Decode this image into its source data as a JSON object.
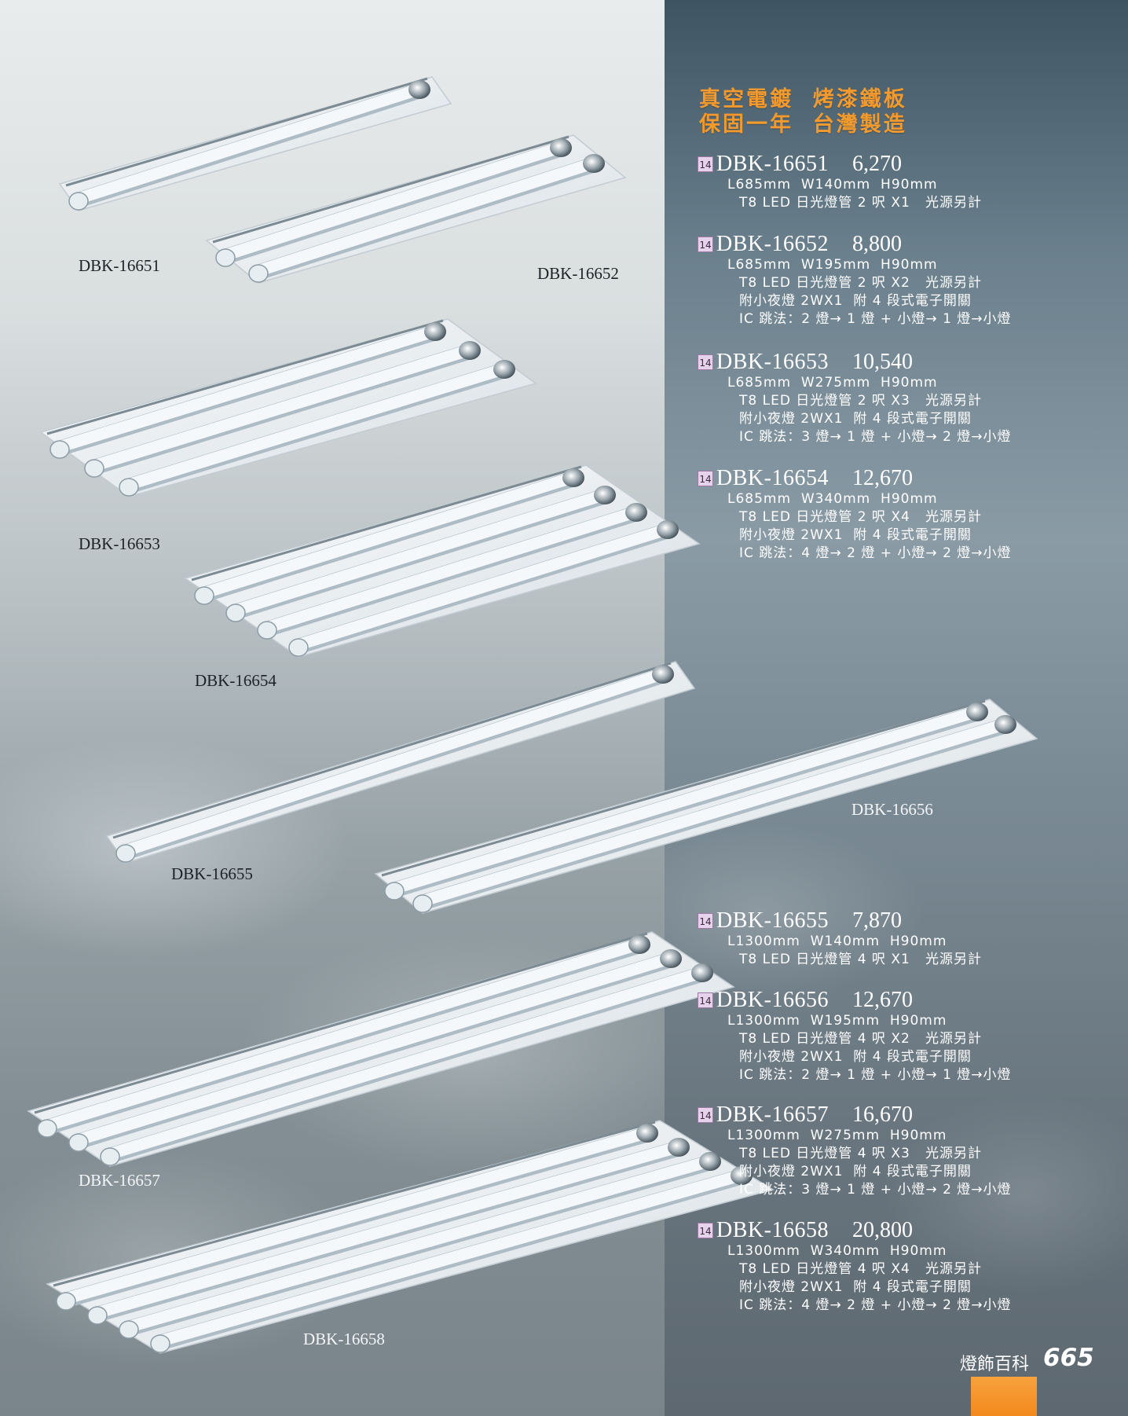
{
  "tagline": [
    "真空電鍍  烤漆鐵板",
    "保固一年  台灣製造"
  ],
  "badge_text": "14",
  "products": [
    {
      "code": "DBK-16651",
      "price": "6,270",
      "dims": "L685mm  W140mm  H90mm",
      "lines": [
        "T8 LED 日光燈管 2 呎 X1   光源另計"
      ]
    },
    {
      "code": "DBK-16652",
      "price": "8,800",
      "dims": "L685mm  W195mm  H90mm",
      "lines": [
        "T8 LED 日光燈管 2 呎 X2   光源另計",
        "附小夜燈 2WX1  附 4 段式電子開關",
        "IC 跳法：2 燈→ 1 燈 + 小燈→ 1 燈→小燈"
      ]
    },
    {
      "code": "DBK-16653",
      "price": "10,540",
      "dims": "L685mm  W275mm  H90mm",
      "lines": [
        "T8 LED 日光燈管 2 呎 X3   光源另計",
        "附小夜燈 2WX1  附 4 段式電子開關",
        "IC 跳法：3 燈→ 1 燈 + 小燈→ 2 燈→小燈"
      ]
    },
    {
      "code": "DBK-16654",
      "price": "12,670",
      "dims": "L685mm  W340mm  H90mm",
      "lines": [
        "T8 LED 日光燈管 2 呎 X4   光源另計",
        "附小夜燈 2WX1  附 4 段式電子開關",
        "IC 跳法：4 燈→ 2 燈 + 小燈→ 2 燈→小燈"
      ]
    },
    {
      "code": "DBK-16655",
      "price": "7,870",
      "dims": "L1300mm  W140mm  H90mm",
      "lines": [
        "T8 LED 日光燈管 4 呎 X1   光源另計"
      ]
    },
    {
      "code": "DBK-16656",
      "price": "12,670",
      "dims": "L1300mm  W195mm  H90mm",
      "lines": [
        "T8 LED 日光燈管 4 呎 X2   光源另計",
        "附小夜燈 2WX1  附 4 段式電子開關",
        "IC 跳法：2 燈→ 1 燈 + 小燈→ 1 燈→小燈"
      ]
    },
    {
      "code": "DBK-16657",
      "price": "16,670",
      "dims": "L1300mm  W275mm  H90mm",
      "lines": [
        "T8 LED 日光燈管 4 呎 X3   光源另計",
        "附小夜燈 2WX1  附 4 段式電子開關",
        "IC 跳法：3 燈→ 1 燈 + 小燈→ 2 燈→小燈"
      ]
    },
    {
      "code": "DBK-16658",
      "price": "20,800",
      "dims": "L1300mm  W340mm  H90mm",
      "lines": [
        "T8 LED 日光燈管 4 呎 X4   光源另計",
        "附小夜燈 2WX1  附 4 段式電子開關",
        "IC 跳法：4 燈→ 2 燈 + 小燈→ 2 燈→小燈"
      ]
    }
  ],
  "fixture_labels": [
    "DBK-16651",
    "DBK-16652",
    "DBK-16653",
    "DBK-16654",
    "DBK-16655",
    "DBK-16656",
    "DBK-16657",
    "DBK-16658"
  ],
  "footer": {
    "category": "燈飾百科",
    "page": "665"
  },
  "colors": {
    "tagline": "#f39a2e",
    "footer_tab": "#f28a1e",
    "badge": "#e6d2ea"
  }
}
